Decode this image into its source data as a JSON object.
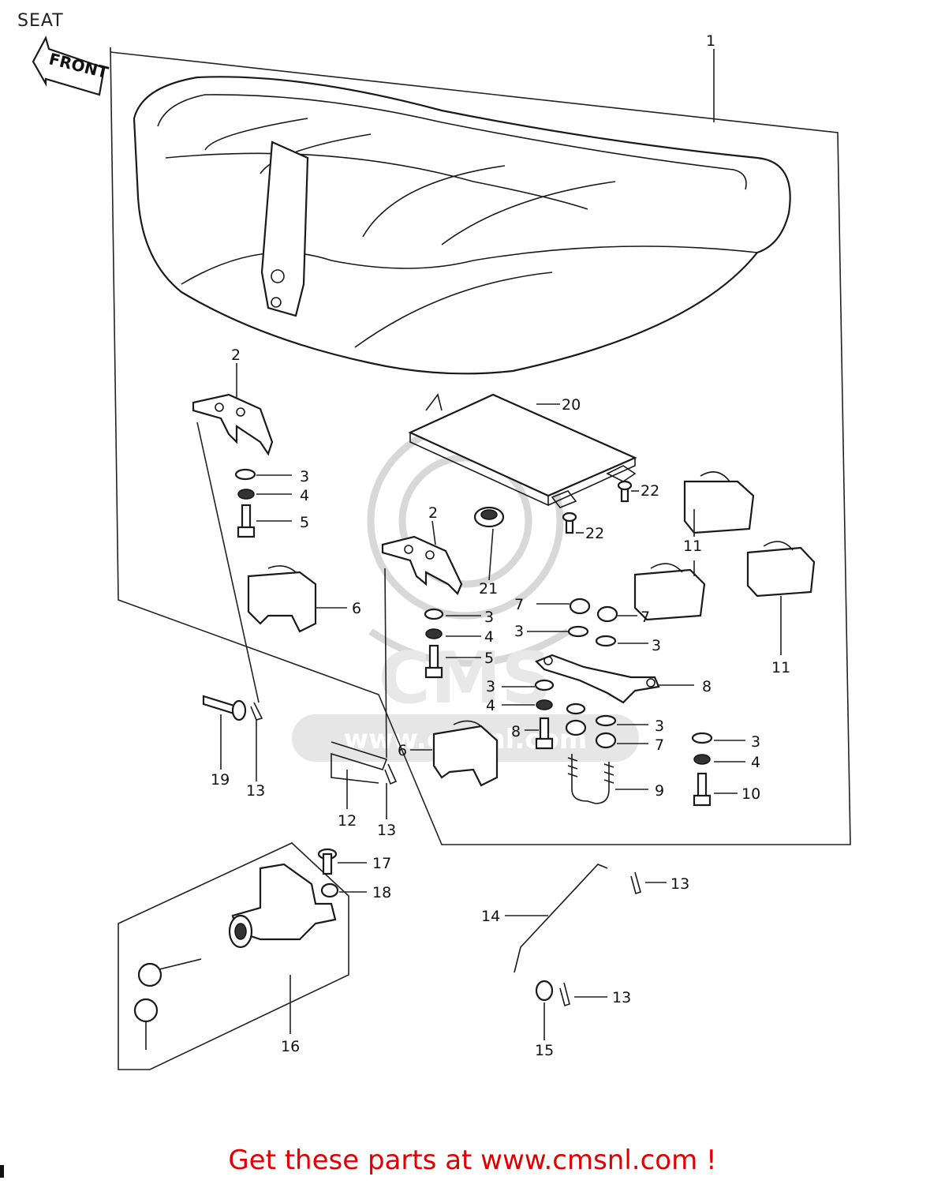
{
  "title": "SEAT",
  "front_tag": "FRONT",
  "footer": "Get these parts at www.cmsnl.com !",
  "watermark_text": "www.cmsnl.com",
  "watermark_text_top": "CMS",
  "labels": {
    "p1": "1",
    "p2a": "2",
    "p2b": "2",
    "p3a": "3",
    "p3b": "3",
    "p3c": "3",
    "p3d": "3",
    "p3e": "3",
    "p3f": "3",
    "p3g": "3",
    "p4a": "4",
    "p4b": "4",
    "p4c": "4",
    "p4d": "4",
    "p5a": "5",
    "p5b": "5",
    "p6a": "6",
    "p6b": "6",
    "p7a": "7",
    "p7b": "7",
    "p7c": "7",
    "p8a": "8",
    "p8b": "8",
    "p9": "9",
    "p10": "10",
    "p11a": "11",
    "p11b": "11",
    "p12": "12",
    "p13a": "13",
    "p13b": "13",
    "p13c": "13",
    "p13d": "13",
    "p14": "14",
    "p15": "15",
    "p16": "16",
    "p17": "17",
    "p18": "18",
    "p19": "19",
    "p20": "20",
    "p21": "21",
    "p22a": "22",
    "p22b": "22"
  },
  "colors": {
    "footer": "#e00000",
    "line": "#1a1a1a",
    "watermark": "#d8d8d8"
  }
}
